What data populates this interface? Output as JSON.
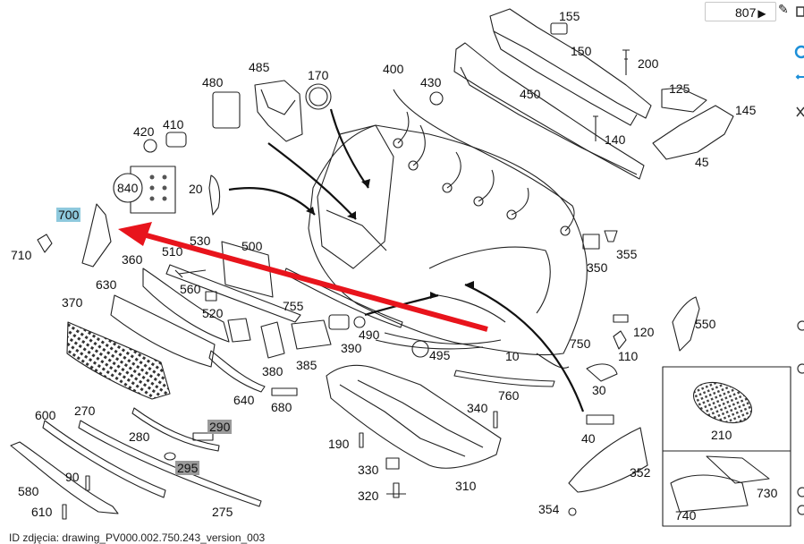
{
  "reference_box": {
    "value": "807",
    "arrow": "▶"
  },
  "caption": "ID zdjęcia: drawing_PV000.002.750.243_version_003",
  "highlight_colors": {
    "blue": "#8ec9dd",
    "gray": "#9a9a9a",
    "arrow": "#e8141c"
  },
  "labels": {
    "l155": "155",
    "l150": "150",
    "l200": "200",
    "l125": "125",
    "l450": "450",
    "l145": "145",
    "l140": "140",
    "l45": "45",
    "l485": "485",
    "l170": "170",
    "l400": "400",
    "l430": "430",
    "l480": "480",
    "l410": "410",
    "l420": "420",
    "l840": "840",
    "l20": "20",
    "l700": "700",
    "l710": "710",
    "l530": "530",
    "l510": "510",
    "l500": "500",
    "l360": "360",
    "l560": "560",
    "l630": "630",
    "l520": "520",
    "l370": "370",
    "l755": "755",
    "l350": "350",
    "l355": "355",
    "l550": "550",
    "l120": "120",
    "l490": "490",
    "l390": "390",
    "l750": "750",
    "l110": "110",
    "l495": "495",
    "l10": "10",
    "l380": "380",
    "l385": "385",
    "l640": "640",
    "l680": "680",
    "l30": "30",
    "l760": "760",
    "l600": "600",
    "l270": "270",
    "l280": "280",
    "l290": "290",
    "l295": "295",
    "l340": "340",
    "l40": "40",
    "l190": "190",
    "l330": "330",
    "l310": "310",
    "l320": "320",
    "l352": "352",
    "l354": "354",
    "l210": "210",
    "l730": "730",
    "l740": "740",
    "l580": "580",
    "l90": "90",
    "l610": "610",
    "l275": "275"
  }
}
